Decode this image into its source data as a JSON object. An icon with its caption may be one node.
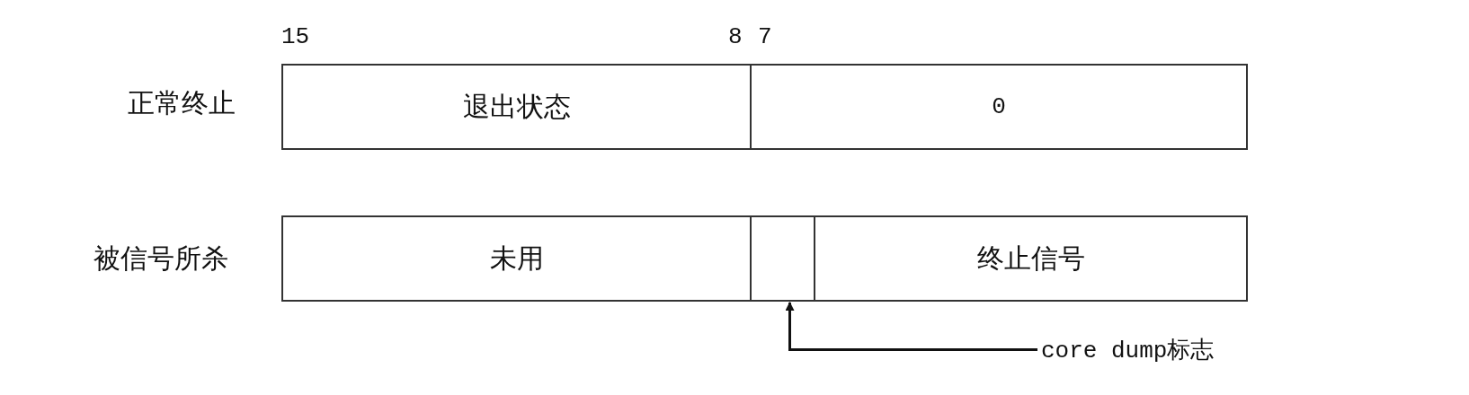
{
  "diagram": {
    "nodes": [
      {
        "text": [
          "退出状态"
        ]
      },
      {
        "text": [
          "0"
        ]
      },
      {
        "text": [
          "未用"
        ]
      },
      {
        "text": [],
        "shape": "box"
      },
      {
        "text": [
          "终止信号"
        ]
      },
      {
        "text": [
          "core dump标志"
        ]
      }
    ],
    "edges": [
      {
        "from": 5,
        "to": 3,
        "arrow": "to"
      }
    ],
    "labels": [
      "15",
      "8",
      "7",
      "正常终止",
      "被信号所杀"
    ]
  }
}
